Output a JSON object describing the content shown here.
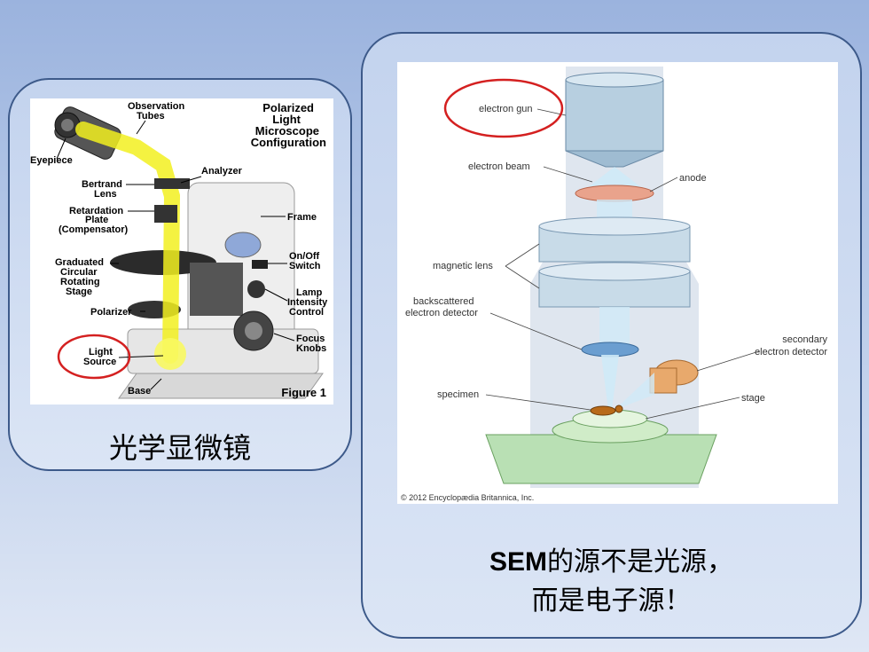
{
  "left_panel": {
    "caption": "光学显微镜",
    "figure": {
      "title_line1": "Polarized",
      "title_line2": "Light",
      "title_line3": "Microscope",
      "title_line4": "Configuration",
      "figure_label": "Figure 1",
      "labels": {
        "observation_tubes_1": "Observation",
        "observation_tubes_2": "Tubes",
        "eyepiece": "Eyepiece",
        "analyzer": "Analyzer",
        "bertrand_1": "Bertrand",
        "bertrand_2": "Lens",
        "retardation_1": "Retardation",
        "retardation_2": "Plate",
        "retardation_3": "(Compensator)",
        "frame": "Frame",
        "graduated_1": "Graduated",
        "graduated_2": "Circular",
        "graduated_3": "Rotating",
        "graduated_4": "Stage",
        "onoff_1": "On/Off",
        "onoff_2": "Switch",
        "lamp_1": "Lamp",
        "lamp_2": "Intensity",
        "lamp_3": "Control",
        "polarizer": "Polarizer",
        "focus_1": "Focus",
        "focus_2": "Knobs",
        "light_source_1": "Light",
        "light_source_2": "Source",
        "base": "Base"
      }
    }
  },
  "right_panel": {
    "caption_line1_bold": "SEM",
    "caption_line1_rest": "的源不是光源，",
    "caption_line2": "而是电子源！",
    "figure": {
      "labels": {
        "electron_gun": "electron gun",
        "electron_beam": "electron beam",
        "anode": "anode",
        "magnetic_lens": "magnetic lens",
        "backscattered_1": "backscattered",
        "backscattered_2": "electron detector",
        "secondary_1": "secondary",
        "secondary_2": "electron detector",
        "specimen": "specimen",
        "stage": "stage"
      },
      "copyright": "© 2012 Encyclopædia Britannica, Inc."
    }
  },
  "colors": {
    "highlight_circle": "#d42020",
    "panel_border": "#3d5a8a",
    "light_beam": "#f2f020"
  }
}
